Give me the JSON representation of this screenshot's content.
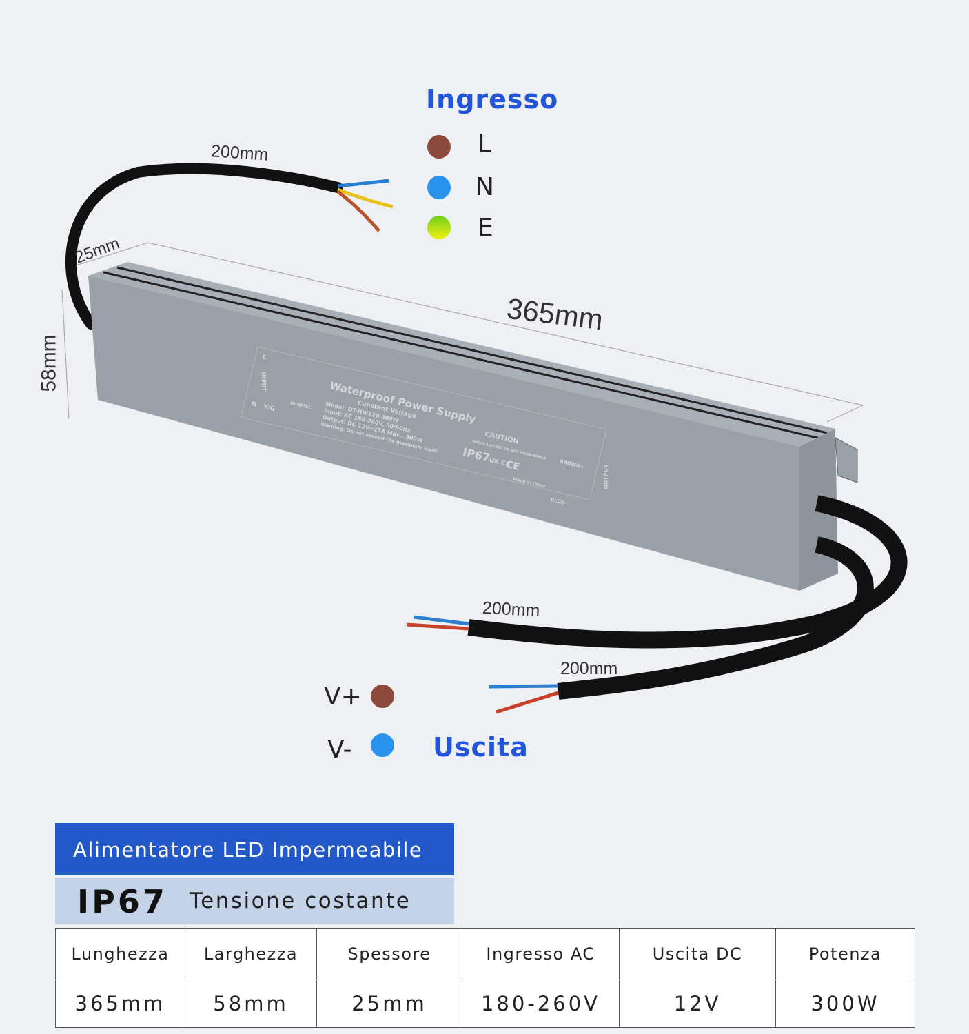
{
  "input_legend": {
    "title": "Ingresso",
    "items": [
      {
        "letter": "L",
        "color": "#8b4a3c"
      },
      {
        "letter": "N",
        "color": "#2a93ee"
      },
      {
        "letter": "E",
        "color": "#b7e61c"
      }
    ]
  },
  "output_legend": {
    "title": "Uscita",
    "items": [
      {
        "letter": "V+",
        "color": "#8b4a3c"
      },
      {
        "letter": "V-",
        "color": "#2a93ee"
      }
    ]
  },
  "dimensions": {
    "input_cable": "200mm",
    "output_cable_1": "200mm",
    "output_cable_2": "200mm",
    "width": "25mm",
    "height": "58mm",
    "length": "365mm"
  },
  "device_label": {
    "input": "INPUT",
    "l": "L",
    "n": "N",
    "yg": "Y/G",
    "brand": "DUBETEC",
    "title": "Waterproof Power Supply",
    "subtitle": "Constant Voltage",
    "model": "Model: DT-HW12V-300W",
    "input_spec": "Input: AC 180-260V, 50/60Hz",
    "output_spec": "Output: DC 12V⎓25A Max., 300W",
    "warning": "Warning: Do not exceed the maximum load!",
    "caution": "CAUTION",
    "caution_sub": "SHOCK HAZARD DO NOT DISASSEMBLE",
    "ip": "IP67",
    "ukca": "UK CA",
    "ce": "CE",
    "made": "Made in China",
    "output": "OUTPUT",
    "brown": "BROWN+",
    "blue": "BLUE-"
  },
  "banner": {
    "title": "Alimentatore LED Impermeabile",
    "ip": "IP67",
    "subtitle": "Tensione costante"
  },
  "spec_table": {
    "headers": [
      "Lunghezza",
      "Larghezza",
      "Spessore",
      "Ingresso AC",
      "Uscita DC",
      "Potenza"
    ],
    "values": [
      "365mm",
      "58mm",
      "25mm",
      "180-260V",
      "12V",
      "300W"
    ]
  }
}
